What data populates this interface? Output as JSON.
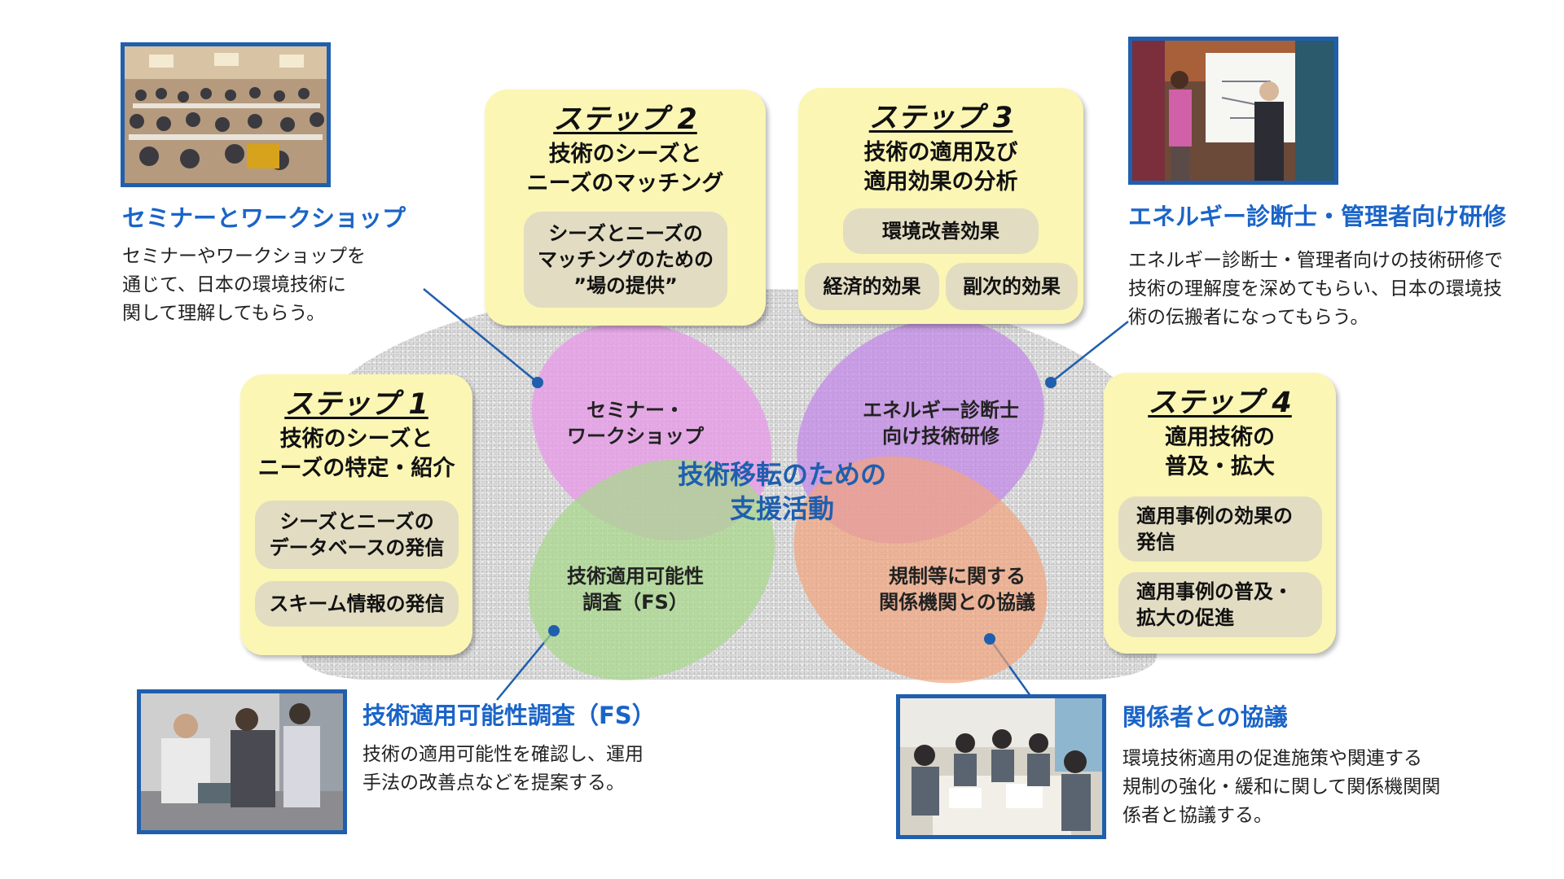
{
  "center": {
    "line1": "技術移転のための",
    "line2": "支援活動"
  },
  "petals": {
    "seminar": {
      "line1": "セミナー・",
      "line2": "ワークショップ",
      "color": "#e79be8"
    },
    "energy": {
      "line1": "エネルギー診断士",
      "line2": "向け技術研修",
      "color": "#c287e8"
    },
    "fs": {
      "line1": "技術適用可能性",
      "line2": "調査（FS）",
      "color": "#a7d88a"
    },
    "regulation": {
      "line1": "規制等に関する",
      "line2": "関係機関との協議",
      "color": "#f2a47c"
    }
  },
  "steps": {
    "step1": {
      "title": "ステップ 1",
      "desc_line1": "技術のシーズと",
      "desc_line2": "ニーズの特定・紹介",
      "pill1_line1": "シーズとニーズの",
      "pill1_line2": "データベースの発信",
      "pill2": "スキーム情報の発信"
    },
    "step2": {
      "title": "ステップ 2",
      "desc_line1": "技術のシーズと",
      "desc_line2": "ニーズのマッチング",
      "pill1_line1": "シーズとニーズの",
      "pill1_line2": "マッチングのための",
      "pill1_line3": "”場の提供”"
    },
    "step3": {
      "title": "ステップ 3",
      "desc_line1": "技術の適用及び",
      "desc_line2": "適用効果の分析",
      "pill1": "環境改善効果",
      "pill2": "経済的効果",
      "pill3": "副次的効果"
    },
    "step4": {
      "title": "ステップ 4",
      "desc_line1": "適用技術の",
      "desc_line2": "普及・拡大",
      "pill1_line1": "適用事例の効果の",
      "pill1_line2": "発信",
      "pill2_line1": "適用事例の普及・",
      "pill2_line2": "拡大の促進"
    }
  },
  "callouts": {
    "seminar": {
      "title": "セミナーとワークショップ",
      "body1": "セミナーやワークショップを",
      "body2": "通じて、日本の環境技術に",
      "body3": "関して理解してもらう。"
    },
    "energy": {
      "title": "エネルギー診断士・管理者向け研修",
      "body1": "エネルギー診断士・管理者向けの技術研修で",
      "body2": "技術の理解度を深めてもらい、日本の環境技",
      "body3": "術の伝搬者になってもらう。"
    },
    "fs": {
      "title": "技術適用可能性調査（FS）",
      "body1": "技術の適用可能性を確認し、運用",
      "body2": "手法の改善点などを提案する。"
    },
    "consult": {
      "title": "関係者との協議",
      "body1": "環境技術適用の促進施策や関連する",
      "body2": "規制の強化・緩和に関して関係機関関",
      "body3": "係者と協議する。"
    }
  },
  "colors": {
    "accent_blue": "#1a64c8",
    "step_box": "#fbf6b4",
    "pill": "#e2dcc2",
    "photo_frame": "#1f5fae"
  }
}
